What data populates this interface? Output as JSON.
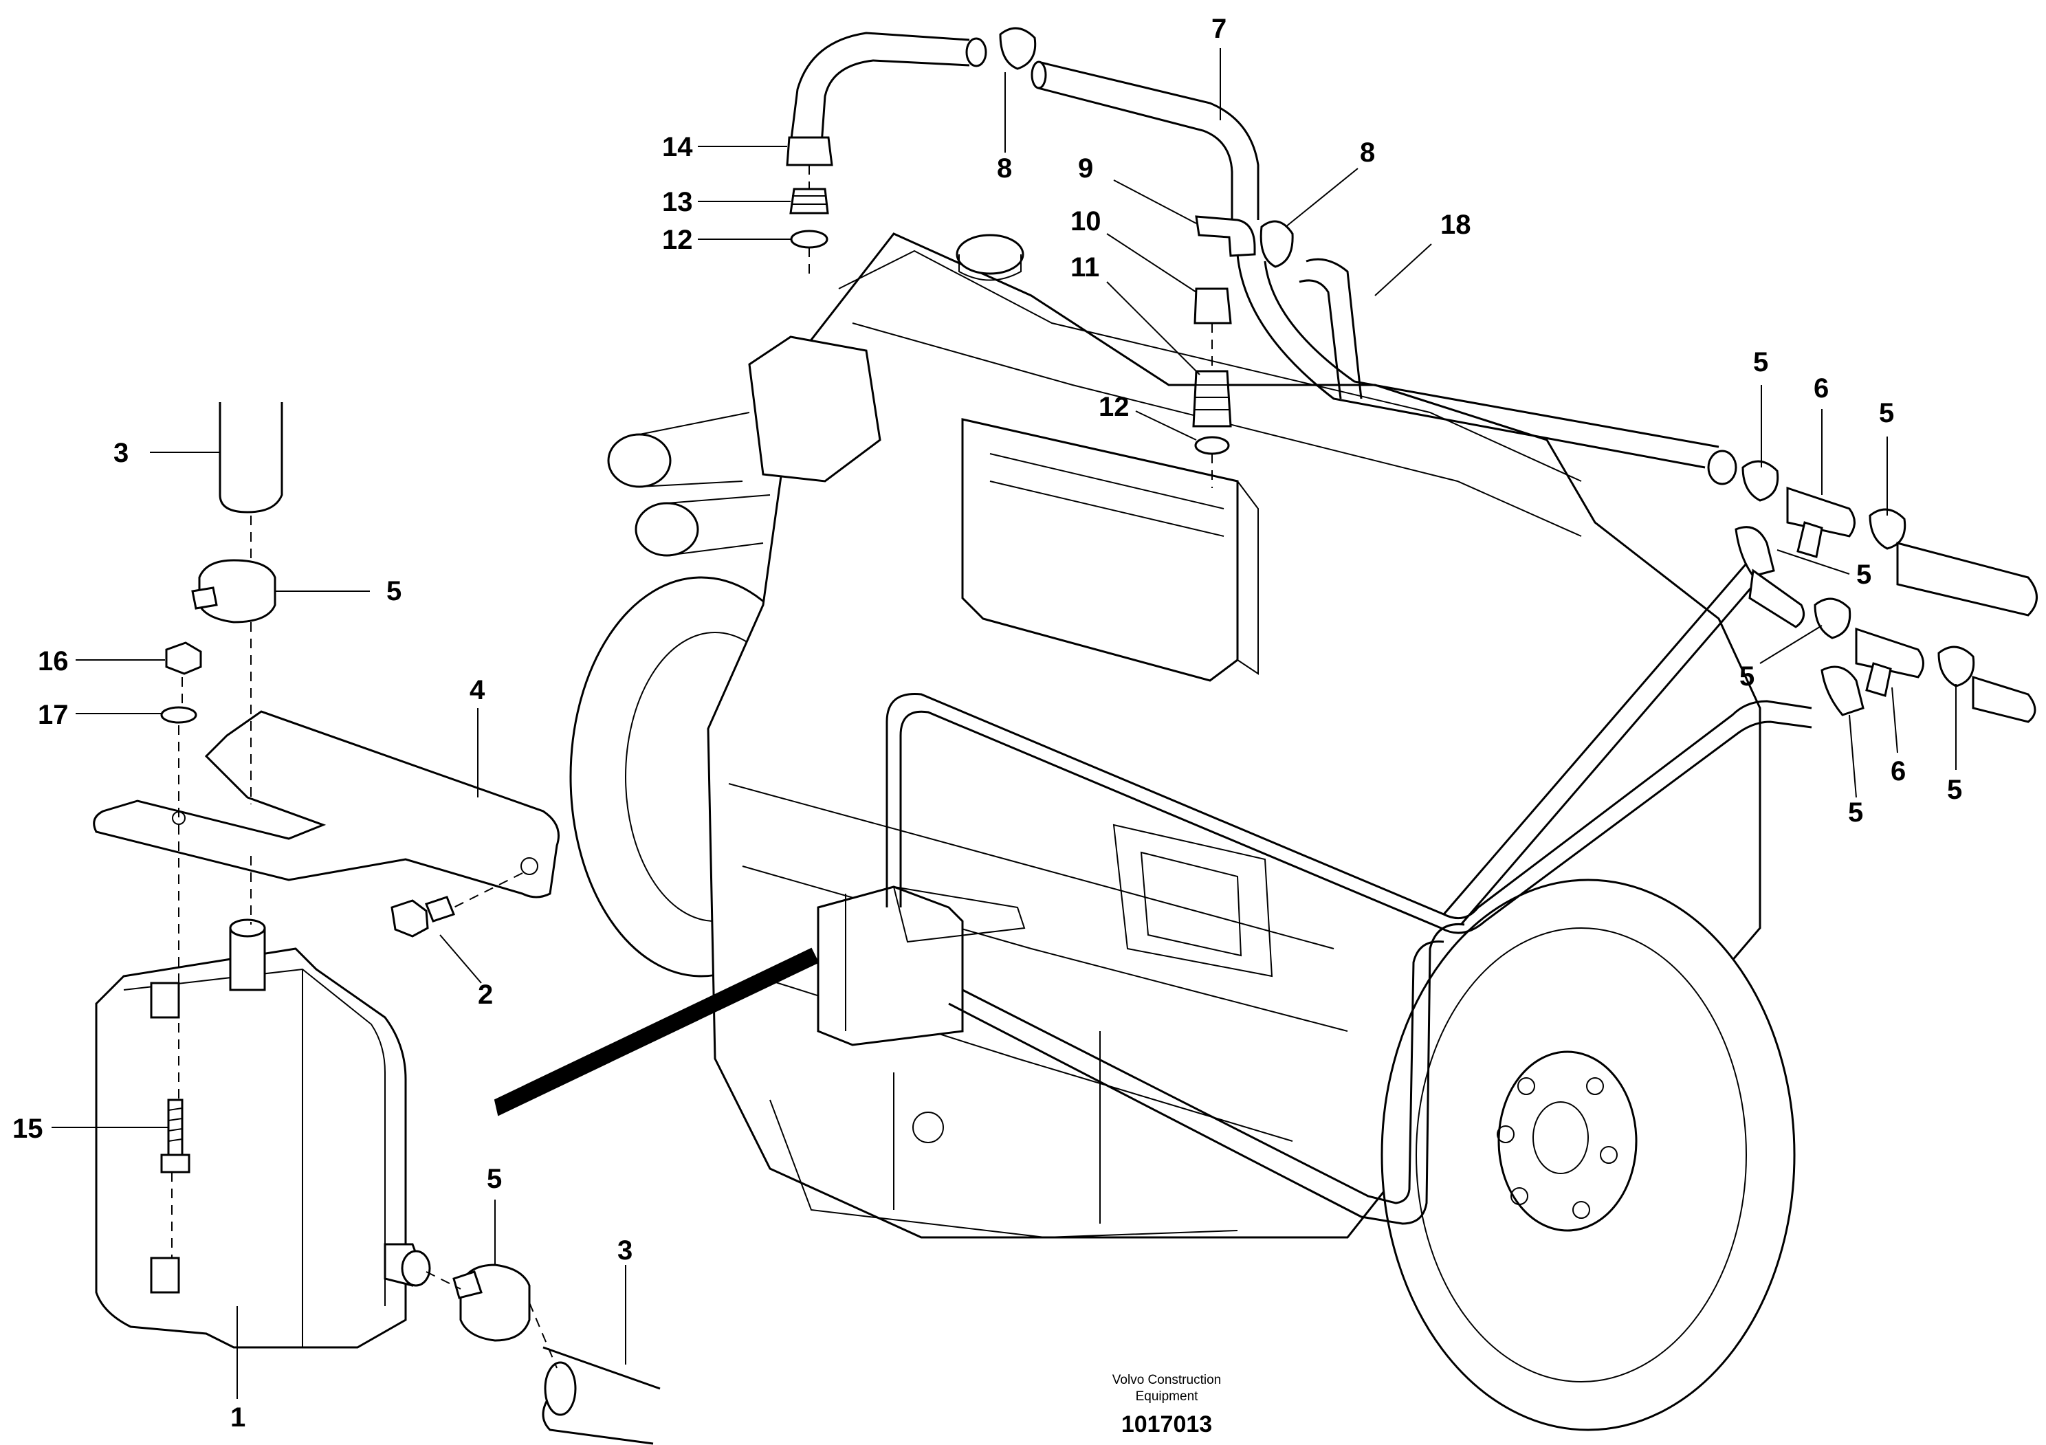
{
  "drawing": {
    "company_line1": "Volvo Construction",
    "company_line2": "Equipment",
    "drawing_number": "1017013"
  },
  "callouts": [
    {
      "id": "c1",
      "label": "1"
    },
    {
      "id": "c2",
      "label": "2"
    },
    {
      "id": "c3a",
      "label": "3"
    },
    {
      "id": "c3b",
      "label": "3"
    },
    {
      "id": "c4",
      "label": "4"
    },
    {
      "id": "c5a",
      "label": "5"
    },
    {
      "id": "c5b",
      "label": "5"
    },
    {
      "id": "c5c",
      "label": "5"
    },
    {
      "id": "c5d",
      "label": "5"
    },
    {
      "id": "c5e",
      "label": "5"
    },
    {
      "id": "c5f",
      "label": "5"
    },
    {
      "id": "c5g",
      "label": "5"
    },
    {
      "id": "c5h",
      "label": "5"
    },
    {
      "id": "c5i",
      "label": "5"
    },
    {
      "id": "c6a",
      "label": "6"
    },
    {
      "id": "c6b",
      "label": "6"
    },
    {
      "id": "c7",
      "label": "7"
    },
    {
      "id": "c8a",
      "label": "8"
    },
    {
      "id": "c8b",
      "label": "8"
    },
    {
      "id": "c9",
      "label": "9"
    },
    {
      "id": "c10",
      "label": "10"
    },
    {
      "id": "c11",
      "label": "11"
    },
    {
      "id": "c12a",
      "label": "12"
    },
    {
      "id": "c12b",
      "label": "12"
    },
    {
      "id": "c13",
      "label": "13"
    },
    {
      "id": "c14",
      "label": "14"
    },
    {
      "id": "c15",
      "label": "15"
    },
    {
      "id": "c16",
      "label": "16"
    },
    {
      "id": "c17",
      "label": "17"
    },
    {
      "id": "c18",
      "label": "18"
    }
  ]
}
